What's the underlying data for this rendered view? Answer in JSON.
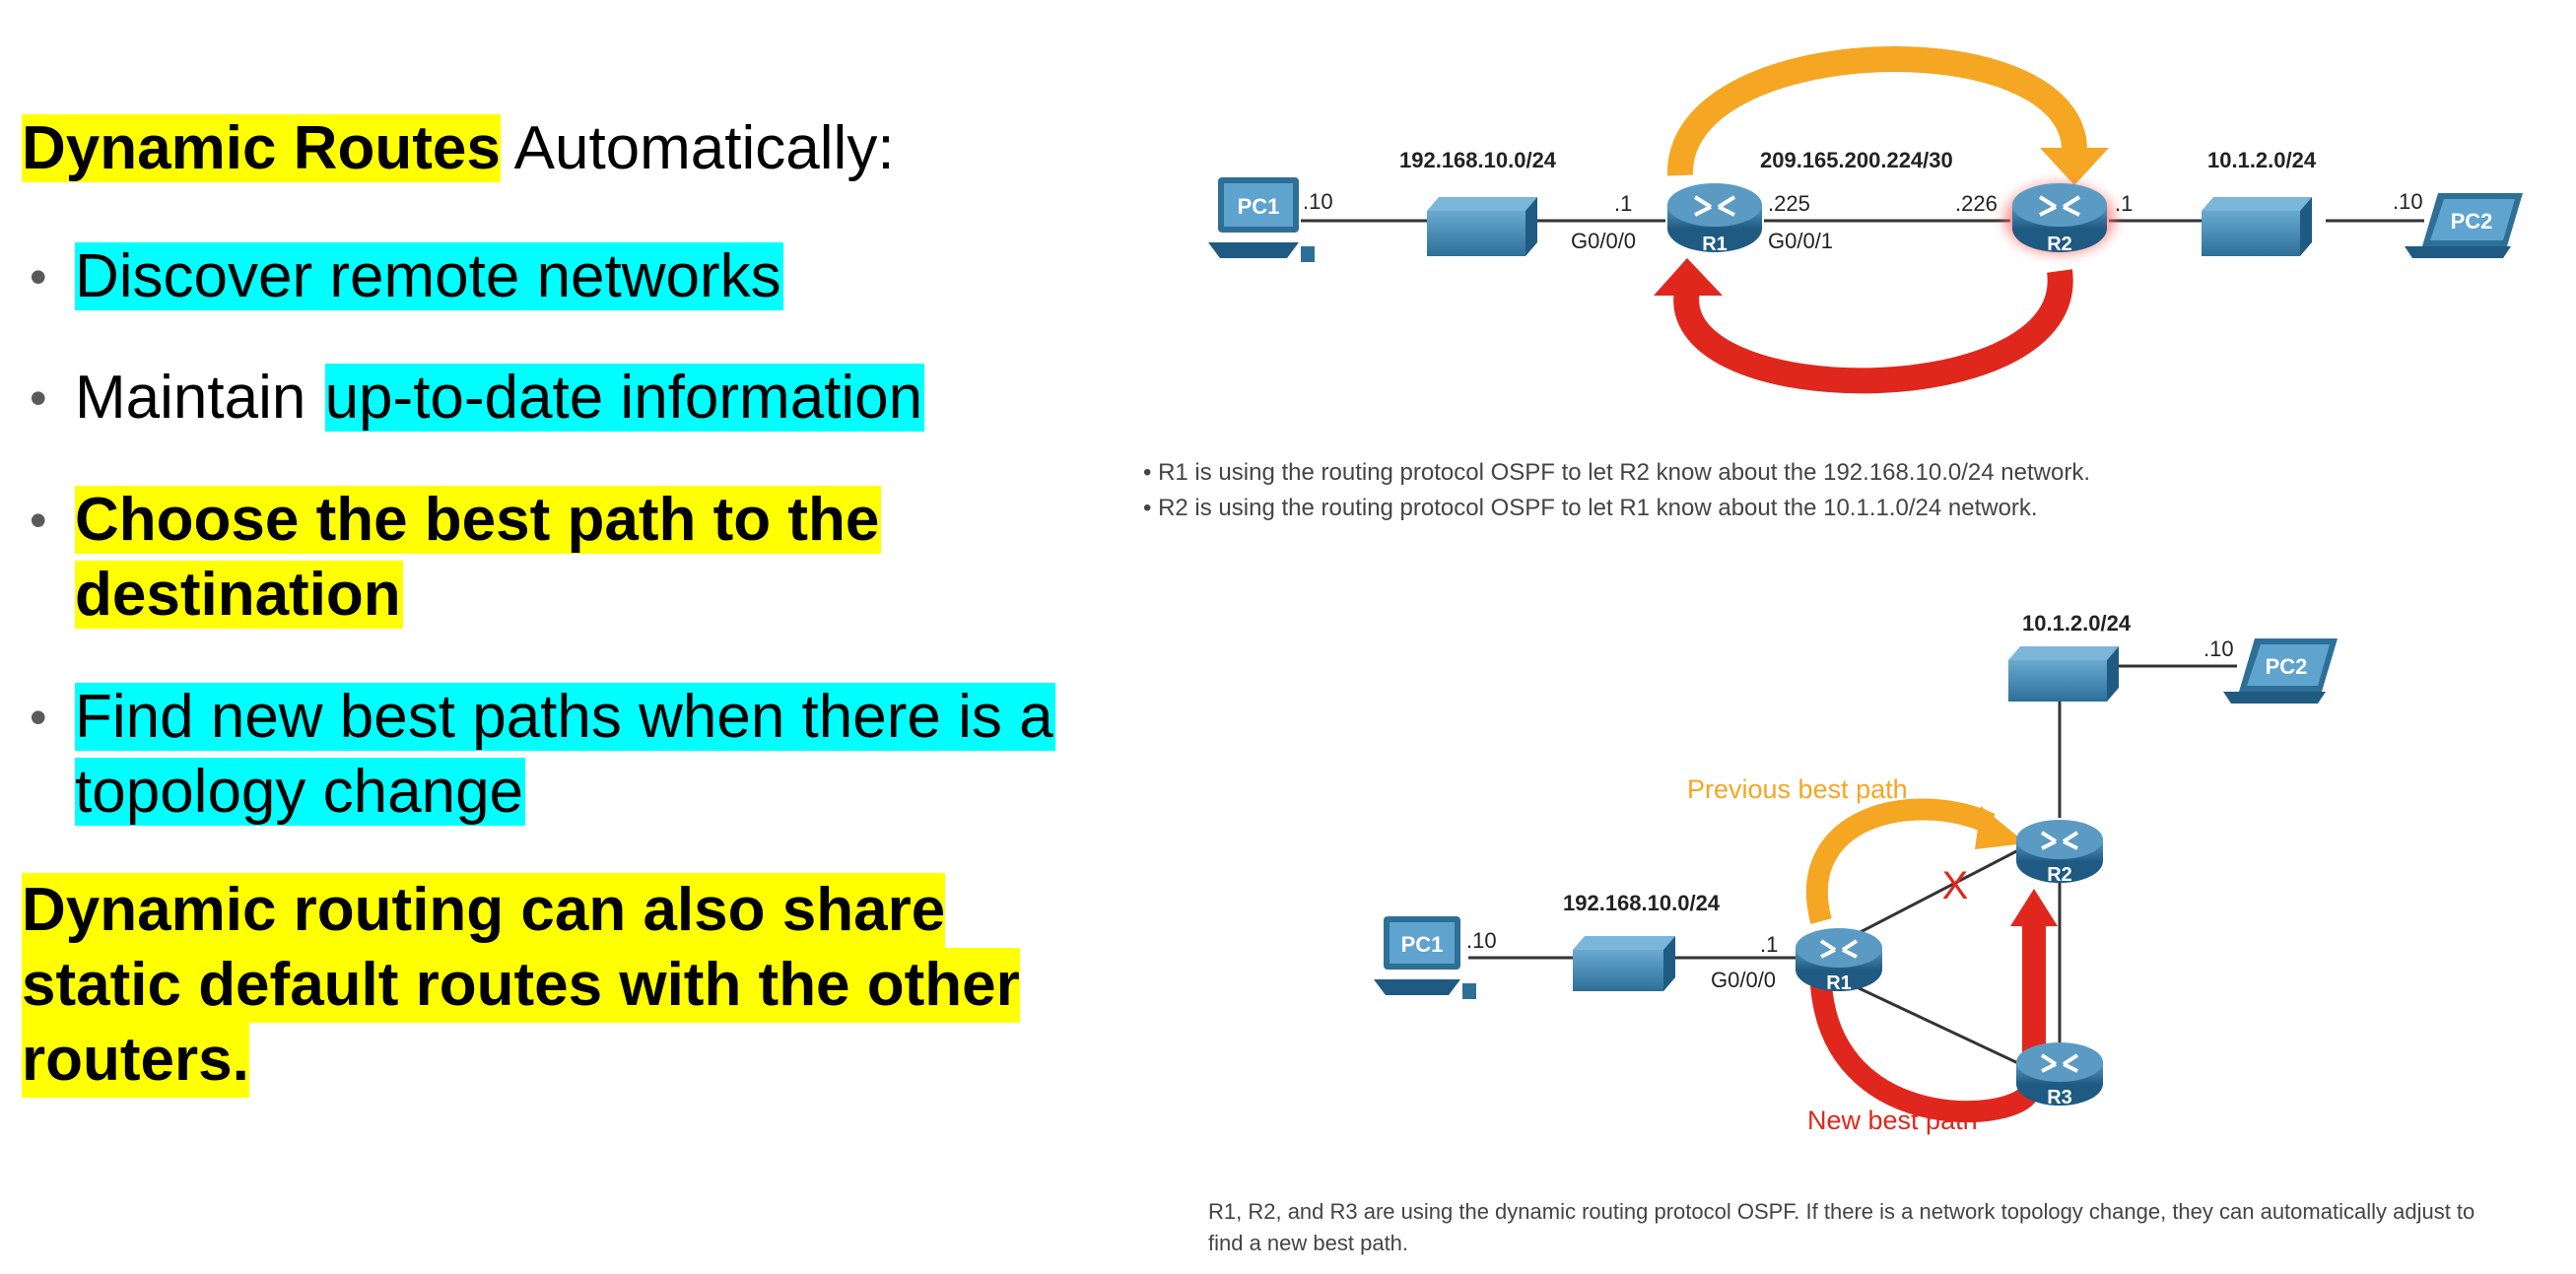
{
  "heading": {
    "bold": "Dynamic Routes",
    "rest": " Automatically:"
  },
  "bullets": [
    "Discover remote networks",
    "Maintain ",
    "up-to-date information",
    "Choose the best path to the",
    "destination",
    "Find new best paths when there is a",
    "topology change"
  ],
  "closing": [
    "Dynamic routing can also share",
    "static default routes with the other",
    "routers."
  ],
  "top_diagram": {
    "pc1": "PC1",
    "pc2": "PC2",
    "r1": "R1",
    "r2": "R2",
    "net_left": "192.168.10.0/24",
    "net_mid": "209.165.200.224/30",
    "net_right": "10.1.2.0/24",
    "pc1_ip": ".10",
    "r1_left_ip": ".1",
    "r1_left_if": "G0/0/0",
    "r1_right_ip": ".225",
    "r1_right_if": "G0/0/1",
    "r2_left_ip": ".226",
    "r2_right_ip": ".1",
    "pc2_ip": ".10"
  },
  "notes": [
    "R1 is using the routing protocol OSPF to let R2 know about the 192.168.10.0/24 network.",
    "R2 is using the routing protocol OSPF to let R1 know about the 10.1.1.0/24 network."
  ],
  "bottom_diagram": {
    "pc1": "PC1",
    "pc2": "PC2",
    "r1": "R1",
    "r2": "R2",
    "r3": "R3",
    "net_left": "192.168.10.0/24",
    "net_top": "10.1.2.0/24",
    "pc1_ip": ".10",
    "r1_ip": ".1",
    "r1_if": "G0/0/0",
    "pc2_ip": ".10",
    "previous_label": "Previous best path",
    "new_label": "New best path",
    "x_mark": "X"
  },
  "caption": "R1, R2, and R3 are using the dynamic routing protocol OSPF. If there is a network topology change, they can automatically adjust to find a new best path.",
  "colors": {
    "highlight_yellow": "#ffff00",
    "highlight_cyan": "#00ffff",
    "router_blue": "#2e6f97",
    "orange": "#f5a623",
    "red": "#e0271d"
  }
}
